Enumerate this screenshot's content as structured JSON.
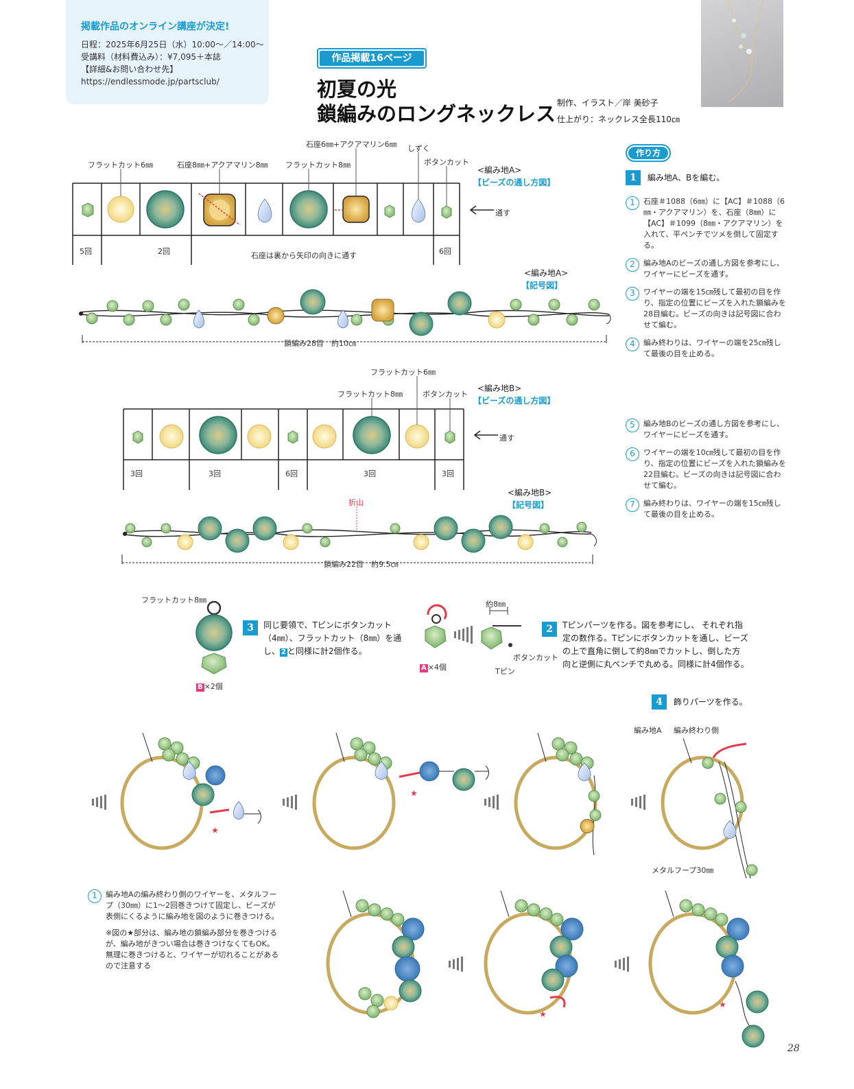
{
  "info": {
    "head": "掲載作品のオンライン講座が決定!",
    "date": "日程：2025年6月25日（水）10:00〜／14:00〜",
    "fee": "受講料（材料費込み）：¥7,095＋本誌",
    "contact": "【詳細&お問い合わせ先】",
    "url": "https://endlessmode.jp/partsclub/"
  },
  "tag": "作品掲載16ページ",
  "title": {
    "line1": "初夏の光",
    "line2": "鎖編みのロングネックレス"
  },
  "credit": {
    "maker": "制作、イラスト／岸 美砂子",
    "size": "仕上がり：ネックレス全長110㎝"
  },
  "diagramA": {
    "labels": {
      "flat6": "フラットカット6㎜",
      "setting8": "石座8㎜+アクアマリン8㎜",
      "flat8": "フラットカット8㎜",
      "setting6": "石座6㎜+アクアマリン6㎜",
      "drop": "しずく",
      "button": "ボタンカット"
    },
    "header": "<編み地A>",
    "sub": "【ビーズの通し方図】",
    "pass": "通す",
    "counts": {
      "c1": "5回",
      "c2": "2回",
      "c3": "6回"
    },
    "note": "石座は裏から矢印の向きに通す",
    "symHeader": "<編み地A>",
    "symSub": "【記号図】",
    "chain": "鎖編み28目　約10㎝"
  },
  "diagramB": {
    "labels": {
      "flat6": "フラットカット6㎜",
      "flat8": "フラットカット8㎜",
      "button": "ボタンカット"
    },
    "header": "<編み地B>",
    "sub": "【ビーズの通し方図】",
    "pass": "通す",
    "counts": {
      "c1": "3回",
      "c2": "3回",
      "c3": "6回",
      "c4": "3回",
      "c5": "3回"
    },
    "symHeader": "<編み地B>",
    "symSub": "【記号図】",
    "fold": "折山",
    "chain": "鎖編み22目　約9.5㎝"
  },
  "howto": "作り方",
  "step1": {
    "num": "1",
    "title": "編み地A、Bを編む。",
    "items": [
      {
        "n": "1",
        "text": "石座＃1088（6㎜）に【AC】＃1088（6㎜・アクアマリン）を、石座（8㎜）に【AC】＃1099（8㎜・アクアマリン）を入れて、平ペンチでツメを倒して固定する。"
      },
      {
        "n": "2",
        "text": "編み地Aのビーズの通し方図を参考にし、ワイヤーにビーズを通す。"
      },
      {
        "n": "3",
        "text": "ワイヤーの端を15㎝残して最初の目を作り、指定の位置にビーズを入れた鎖編みを28目編む。ビーズの向きは記号図に合わせて編む。"
      },
      {
        "n": "4",
        "text": "編み終わりは、ワイヤーの端を25㎝残して最後の目を止める。"
      },
      {
        "n": "5",
        "text": "編み地Bのビーズの通し方図を参考にし、ワイヤーにビーズを通す。"
      },
      {
        "n": "6",
        "text": "ワイヤーの端を10㎝残して最初の目を作り、指定の位置にビーズを入れた鎖編みを22目編む。ビーズの向きは記号図に合わせて編む。"
      },
      {
        "n": "7",
        "text": "編み終わりは、ワイヤーの端を15㎝残して最後の目を止める。"
      }
    ]
  },
  "step3": {
    "num": "3",
    "label": "フラットカット8㎜",
    "text1": "同じ要領で、Tピンにボタンカット",
    "text2": "（4㎜）、フラットカット（8㎜）を通",
    "text3": "し、",
    "text3b": "2",
    "text3c": "と同様に計2個作る。",
    "count": "×2個",
    "countTag": "B"
  },
  "step2": {
    "num": "2",
    "text1": "Tピンパーツを作る。図を参考にし、 それぞれ指",
    "text2": "定の数作る。Tピンにボタンカットを通し、ビーズ",
    "text3": "の上で直角に倒して約8㎜でカットし、倒した方",
    "text4": "向と逆側に丸ペンチで丸める。同様に計4個作る。",
    "size": "約8㎜",
    "button": "ボタンカット",
    "tpin": "Tピン",
    "count": "×4個",
    "countTag": "A"
  },
  "step4": {
    "num": "4",
    "title": "飾りパーツを作る。",
    "labelA": "編み地A",
    "labelEnd": "編み終わり側",
    "hoop": "メタルフープ30㎜"
  },
  "note4": {
    "n": "1",
    "text": "編み地Aの編み終わり側のワイヤーを、メタルフープ（30㎜）に1〜2回巻きつけて固定し、ビーズが表側にくるように編み地を図のように巻きつける。",
    "text2": "※図の★部分は、編み地の鎖編み部分を巻きつけるが、編み地がきつい場合は巻きつけなくてもOK。無理に巻きつけると、ワイヤーが切れることがあるので注意する"
  },
  "pageNo": "28"
}
